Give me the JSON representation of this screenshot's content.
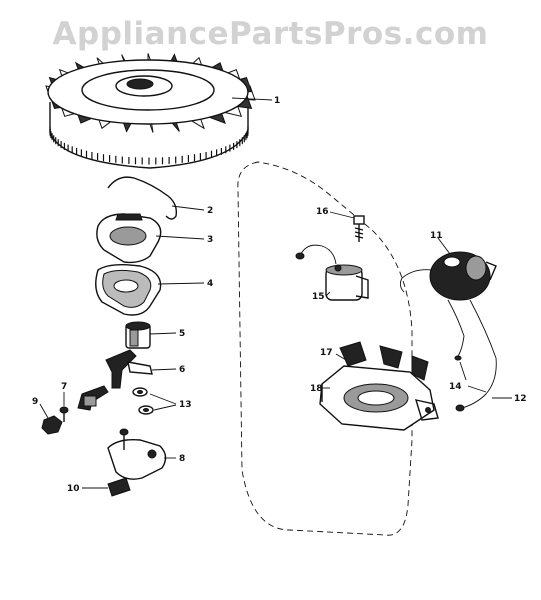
{
  "watermark": "AppliancePartsPros.com",
  "callouts": [
    {
      "id": "c1",
      "label": "1"
    },
    {
      "id": "c2",
      "label": "2"
    },
    {
      "id": "c3",
      "label": "3"
    },
    {
      "id": "c4",
      "label": "4"
    },
    {
      "id": "c5",
      "label": "5"
    },
    {
      "id": "c6",
      "label": "6"
    },
    {
      "id": "c7",
      "label": "7"
    },
    {
      "id": "c8",
      "label": "8"
    },
    {
      "id": "c9",
      "label": "9"
    },
    {
      "id": "c10",
      "label": "10"
    },
    {
      "id": "c11",
      "label": "11"
    },
    {
      "id": "c12",
      "label": "12"
    },
    {
      "id": "c13",
      "label": "13"
    },
    {
      "id": "c14",
      "label": "14"
    },
    {
      "id": "c15",
      "label": "15"
    },
    {
      "id": "c16",
      "label": "16"
    },
    {
      "id": "c17",
      "label": "17"
    },
    {
      "id": "c18",
      "label": "18"
    }
  ]
}
